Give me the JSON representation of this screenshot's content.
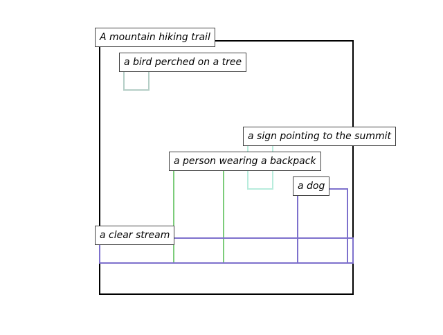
{
  "scene": {
    "caption": "A mountain hiking trail",
    "regions": [
      {
        "label": "a bird perched on a tree",
        "color": "#b4cec6"
      },
      {
        "label": "a sign pointing to the summit",
        "color": "#b8ecdc"
      },
      {
        "label": "a person wearing a backpack",
        "color": "#7ccc7a"
      },
      {
        "label": "a dog",
        "color": "#7d70cc"
      },
      {
        "label": "a clear stream",
        "color": "#7d70cc"
      }
    ],
    "frame_color": "#000000"
  }
}
